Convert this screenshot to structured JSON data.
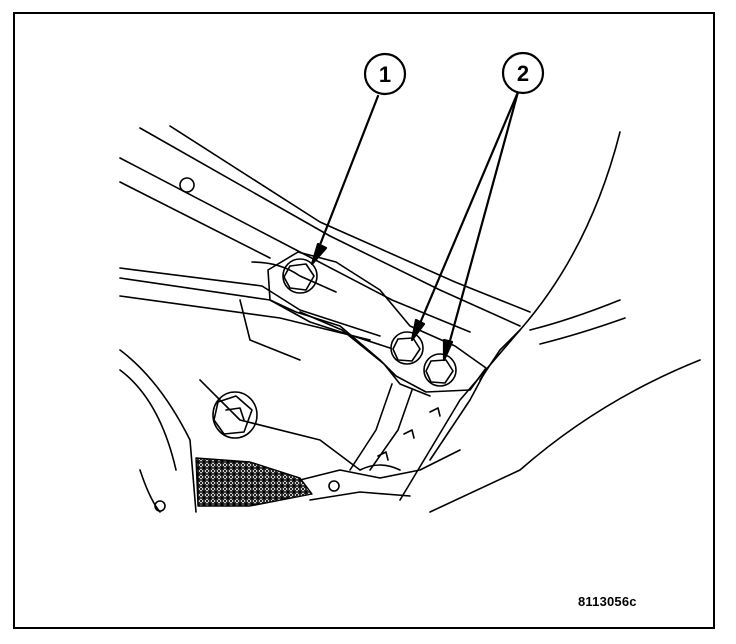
{
  "callouts": [
    {
      "id": "1",
      "label": "1"
    },
    {
      "id": "2",
      "label": "2"
    }
  ],
  "figure": {
    "id_label": "8113056c"
  },
  "colors": {
    "line": "#000000",
    "background": "#ffffff"
  }
}
